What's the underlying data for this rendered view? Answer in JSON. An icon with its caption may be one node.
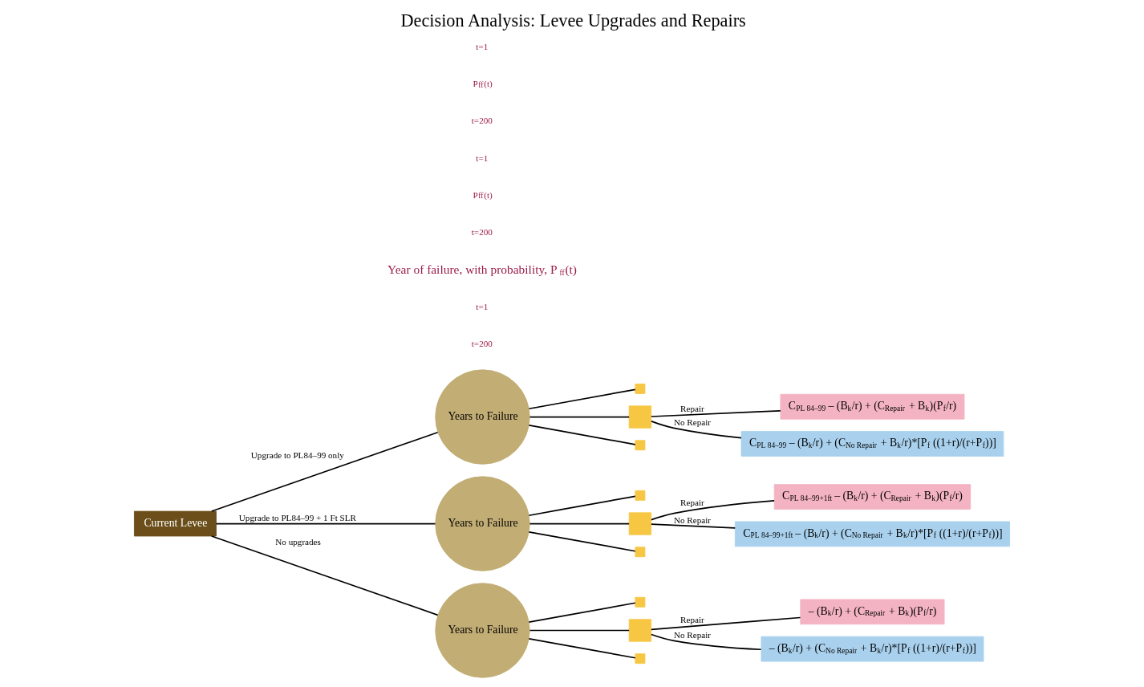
{
  "diagram": {
    "title": "Decision Analysis: Levee Upgrades and Repairs",
    "nodes": [
      {
        "text": [
          "Current Levee"
        ]
      },
      {
        "text": [
          "Years to Failure"
        ]
      },
      {
        "text": [],
        "shape": "box"
      },
      {
        "text": [],
        "shape": "box"
      },
      {
        "text": [],
        "shape": "box"
      },
      {
        "text": [
          "C$_{PL 84–99}$ – (B$_{k}$/r) + (C$_{Repair}$ + B$_{k}$)(P$_{f}$/r)"
        ]
      },
      {
        "text": [
          "C$_{PL 84–99}$ – (B$_{k}$/r) + (C$_{No Repair}$ + B$_{k}$/r)*[P$_{f}$ ((1+r)/(r+P$_{f}$))]"
        ]
      },
      {
        "text": [
          "Years to Failure"
        ]
      },
      {
        "text": [],
        "shape": "box"
      },
      {
        "text": [],
        "shape": "box"
      },
      {
        "text": [],
        "shape": "box"
      },
      {
        "text": [
          "C$_{PL 84–99+1ft}$ – (B$_{k}$/r) + (C$_{Repair}$ + B$_{k}$)(P$_{f}$/r)"
        ]
      },
      {
        "text": [
          "C$_{PL 84–99+1ft}$ – (B$_{k}$/r) + (C$_{No Repair}$ + B$_{k}$/r)*[P$_{f}$ ((1+r)/(r+P$_{f}$))]"
        ]
      },
      {
        "text": [
          "Years to Failure"
        ]
      },
      {
        "text": [],
        "shape": "box"
      },
      {
        "text": [],
        "shape": "box"
      },
      {
        "text": [],
        "shape": "box"
      },
      {
        "text": [
          "– (B$_{k}$/r) + (C$_{Repair}$ + B$_{k}$)(P$_{f}$/r)"
        ]
      },
      {
        "text": [
          "– (B$_{k}$/r) + (C$_{No Repair}$ + B$_{k}$/r)*[P$_{f}$ ((1+r)/(r+P$_{f}$))]"
        ]
      }
    ],
    "edges": [
      {
        "from": 0,
        "to": 1,
        "arrow": "none",
        "label": "Upgrade to PL84–99 only"
      },
      {
        "from": 1,
        "to": 2,
        "arrow": "none"
      },
      {
        "from": 1,
        "to": 3,
        "arrow": "none"
      },
      {
        "from": 1,
        "to": 4,
        "arrow": "none"
      },
      {
        "from": 3,
        "to": 5,
        "arrow": "none",
        "label": "Repair"
      },
      {
        "from": 3,
        "to": 6,
        "arrow": "none",
        "label": "No Repair"
      },
      {
        "from": 0,
        "to": 7,
        "arrow": "none",
        "label": "Upgrade to PL84–99 + 1 Ft SLR"
      },
      {
        "from": 7,
        "to": 8,
        "arrow": "none"
      },
      {
        "from": 7,
        "to": 9,
        "arrow": "none"
      },
      {
        "from": 7,
        "to": 10,
        "arrow": "none"
      },
      {
        "from": 9,
        "to": 11,
        "arrow": "none",
        "label": "Repair"
      },
      {
        "from": 9,
        "to": 12,
        "arrow": "none",
        "label": "No Repair"
      },
      {
        "from": 0,
        "to": 13,
        "arrow": "none",
        "label": "No upgrades"
      },
      {
        "from": 13,
        "to": 14,
        "arrow": "none"
      },
      {
        "from": 13,
        "to": 15,
        "arrow": "none"
      },
      {
        "from": 13,
        "to": 16,
        "arrow": "none"
      },
      {
        "from": 15,
        "to": 17,
        "arrow": "none",
        "label": "Repair"
      },
      {
        "from": 15,
        "to": 18,
        "arrow": "none",
        "label": "No Repair"
      }
    ],
    "labels": [
      "t=200",
      "t=1",
      "Year of failure, with probability, P$_{ff}$(t)",
      "t=200",
      "P$_{ff}$(t)",
      "t=1",
      "t=200",
      "P$_{ff}$(t)",
      "t=1"
    ]
  }
}
